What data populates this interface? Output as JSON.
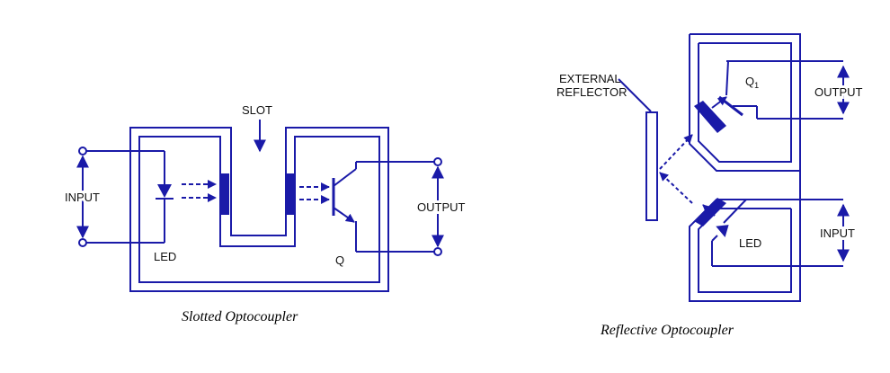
{
  "colors": {
    "ink": "#1a1aa8",
    "text": "#111111",
    "caption": "#000000"
  },
  "slotted": {
    "slot_label": "SLOT",
    "input_label": "INPUT",
    "output_label": "OUTPUT",
    "led_label": "LED",
    "q_label": "Q",
    "caption": "Slotted Optocoupler"
  },
  "reflective": {
    "reflector_label_1": "EXTERNAL",
    "reflector_label_2": "REFLECTOR",
    "q_label": "Q",
    "q_sub": "1",
    "output_label": "OUTPUT",
    "input_label": "INPUT",
    "led_label": "LED",
    "caption": "Reflective Optocoupler"
  }
}
